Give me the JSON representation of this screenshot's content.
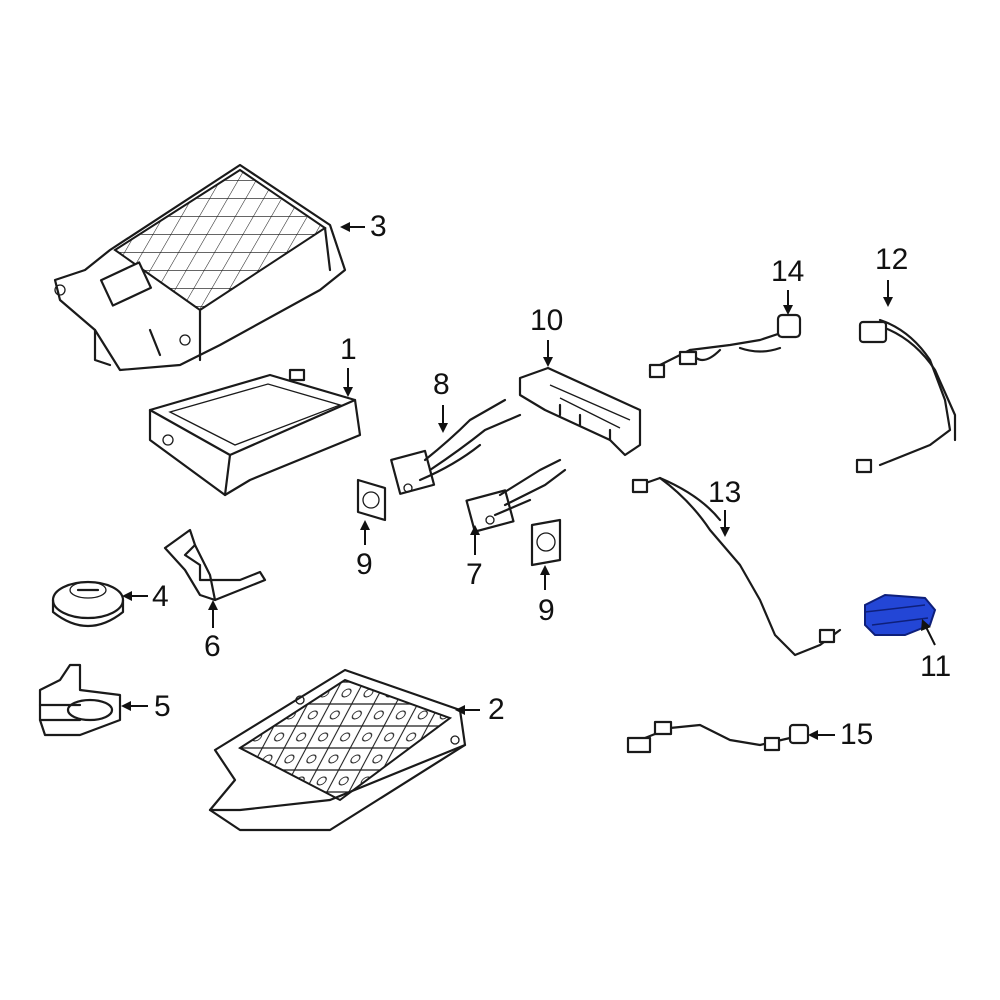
{
  "callouts": {
    "c1": "1",
    "c2": "2",
    "c3": "3",
    "c4": "4",
    "c5": "5",
    "c6": "6",
    "c7": "7",
    "c8": "8",
    "c9a": "9",
    "c9b": "9",
    "c10": "10",
    "c11": "11",
    "c12": "12",
    "c13": "13",
    "c14": "14",
    "c15": "15"
  },
  "colors": {
    "highlight_part": "#2346d6",
    "line": "#1a1a1a",
    "background": "#ffffff"
  }
}
